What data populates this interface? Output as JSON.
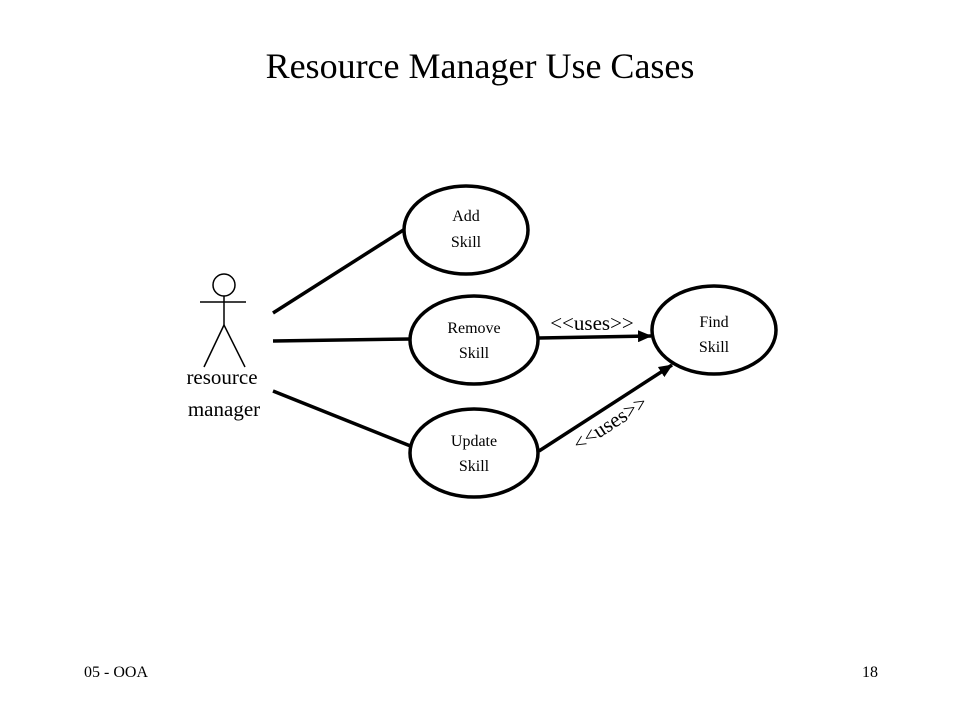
{
  "title": "Resource Manager Use Cases",
  "actor": {
    "name_line1": "resource",
    "name_line2": "manager"
  },
  "use_cases": {
    "add_skill": {
      "line1": "Add",
      "line2": "Skill"
    },
    "remove_skill": {
      "line1": "Remove",
      "line2": "Skill"
    },
    "update_skill": {
      "line1": "Update",
      "line2": "Skill"
    },
    "find_skill": {
      "line1": "Find",
      "line2": "Skill"
    }
  },
  "relations": {
    "remove_uses_label": "<<uses>>",
    "update_uses_label": "<<uses>>"
  },
  "footer": {
    "left": "05 - OOA",
    "right": "18"
  },
  "colors": {
    "stroke": "#000000",
    "background": "#ffffff"
  }
}
